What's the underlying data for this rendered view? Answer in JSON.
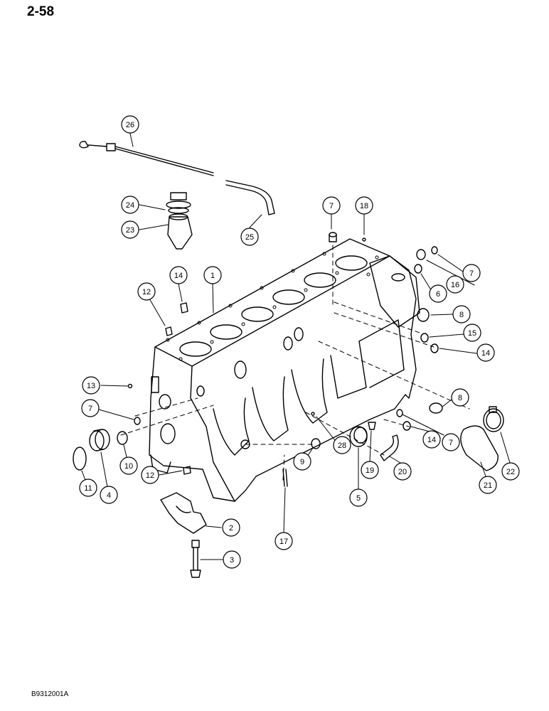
{
  "page_number": "2-58",
  "figure_code": "B9312001A",
  "callouts": [
    "26",
    "24",
    "23",
    "25",
    "7",
    "18",
    "14",
    "1",
    "12",
    "7",
    "16",
    "6",
    "8",
    "15",
    "14",
    "13",
    "7",
    "8",
    "11",
    "4",
    "10",
    "12",
    "9",
    "28",
    "5",
    "19",
    "20",
    "7",
    "14",
    "21",
    "22",
    "2",
    "3",
    "17"
  ]
}
